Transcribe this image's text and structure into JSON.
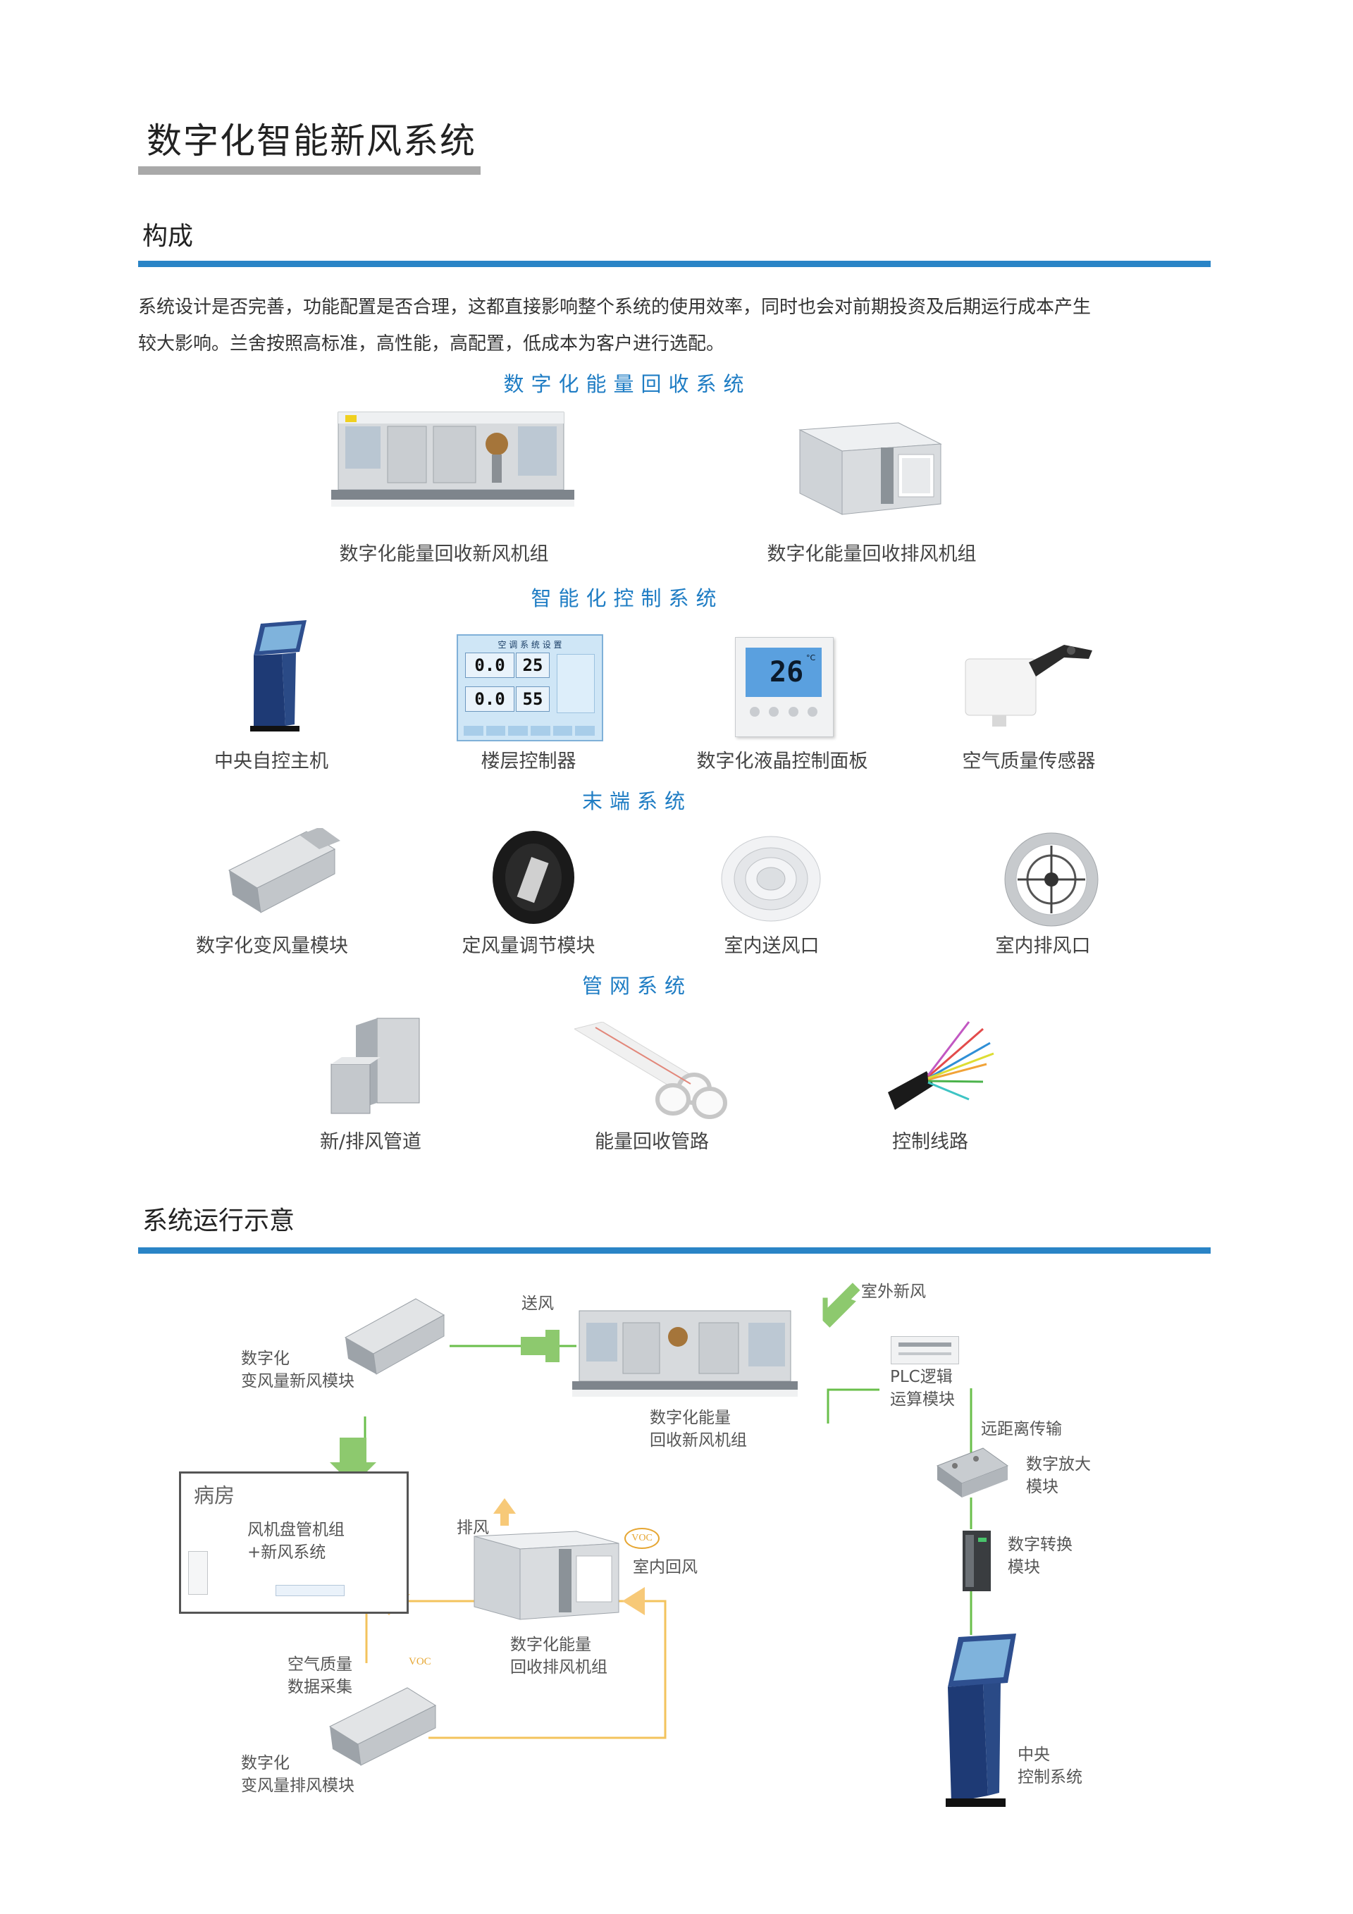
{
  "page_title": "数字化智能新风系统",
  "composition": {
    "heading": "构成",
    "intro_line1": "系统设计是否完善，功能配置是否合理，这都直接影响整个系统的使用效率，同时也会对前期投资及后期运行成本产生",
    "intro_line2": "较大影响。兰舍按照高标准，高性能，高配置，低成本为客户进行选配。",
    "groups": [
      {
        "title": "数字化能量回收系统",
        "items": [
          "数字化能量回收新风机组",
          "数字化能量回收排风机组"
        ]
      },
      {
        "title": "智能化控制系统",
        "items": [
          "中央自控主机",
          "楼层控制器",
          "数字化液晶控制面板",
          "空气质量传感器"
        ]
      },
      {
        "title": "末端系统",
        "items": [
          "数字化变风量模块",
          "定风量调节模块",
          "室内送风口",
          "室内排风口"
        ]
      },
      {
        "title": "管网系统",
        "items": [
          "新/排风管道",
          "能量回收管路",
          "控制线路"
        ]
      }
    ],
    "floor_controller": {
      "screen_title": "空 调 系 统 设 置",
      "readout_a1": "0.0",
      "readout_a2": "25",
      "readout_b1": "0.0",
      "readout_b2": "55"
    },
    "lcd_panel": {
      "temp": "26",
      "unit": "°C"
    }
  },
  "diagram": {
    "heading": "系统运行示意",
    "labels": {
      "supply_air": "送风",
      "outdoor_air": "室外新风",
      "fresh_vav_l1": "数字化",
      "fresh_vav_l2": "变风量新风模块",
      "fresh_unit_l1": "数字化能量",
      "fresh_unit_l2": "回收新风机组",
      "plc_l1": "PLC逻辑",
      "plc_l2": "运算模块",
      "remote": "远距离传输",
      "amp_l1": "数字放大",
      "amp_l2": "模块",
      "ward": "病房",
      "fcu_l1": "风机盘管机组",
      "fcu_l2": "+新风系统",
      "exhaust": "排风",
      "voc": "VOC",
      "indoor_return": "室内回风",
      "conv_l1": "数字转换",
      "conv_l2": "模块",
      "aq_l1": "空气质量",
      "aq_l2": "数据采集",
      "exh_unit_l1": "数字化能量",
      "exh_unit_l2": "回收排风机组",
      "exh_vav_l1": "数字化",
      "exh_vav_l2": "变风量排风模块",
      "central_l1": "中央",
      "central_l2": "控制系统"
    },
    "colors": {
      "green_line": "#6abf4b",
      "yellow_line": "#f3c35d",
      "arrow_green": "#8dc96e",
      "arrow_yellow": "#f7c978",
      "voc": "#e6a632"
    }
  }
}
